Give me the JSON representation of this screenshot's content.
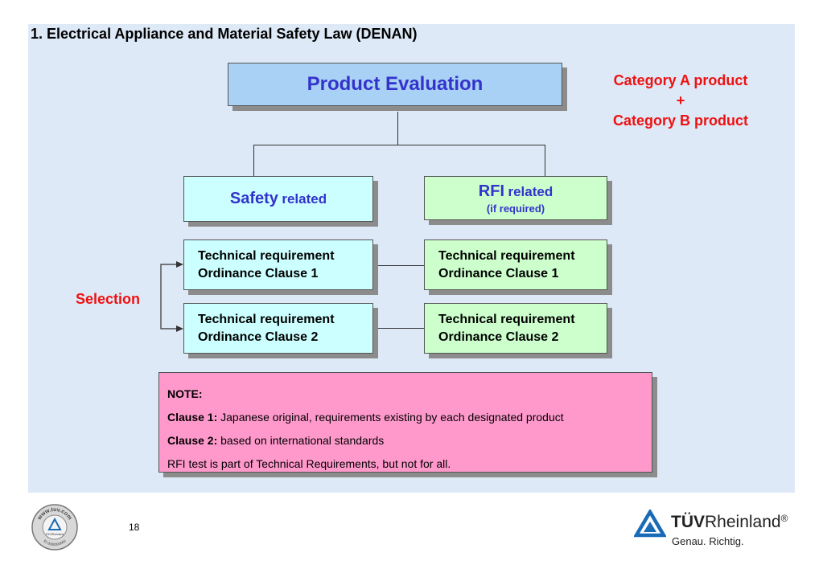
{
  "page_title": "1. Electrical Appliance and Material Safety Law (DENAN)",
  "diagram": {
    "product_evaluation": "Product Evaluation",
    "category": {
      "line1": "Category A product",
      "line2": "+",
      "line3": "Category B product"
    },
    "safety": {
      "main": "Safety",
      "suffix": "related"
    },
    "rfi": {
      "main": "RFI",
      "suffix": "related",
      "note": "(if required)"
    },
    "safety_clause1": {
      "line1": "Technical requirement",
      "line2": "Ordinance Clause 1"
    },
    "safety_clause2": {
      "line1": "Technical requirement",
      "line2": "Ordinance Clause 2"
    },
    "rfi_clause1": {
      "line1": "Technical requirement",
      "line2": "Ordinance Clause 1"
    },
    "rfi_clause2": {
      "line1": "Technical requirement",
      "line2": "Ordinance Clause 2"
    },
    "selection": "Selection"
  },
  "note": {
    "heading": "NOTE:",
    "clause1_label": "Clause 1:",
    "clause1_text": " Japanese original, requirements existing by each designated product",
    "clause2_label": "Clause 2:",
    "clause2_text": " based on international standards",
    "rfi_text": "RFI test is part of Technical Requirements, but not for all."
  },
  "footer": {
    "page_number": "18",
    "seal_text": "www.tuv.com",
    "seal_inner": "TÜVRheinland",
    "seal_id": "ID 0000000000",
    "logo_bold": "TÜV",
    "logo_rest": "Rheinland",
    "logo_reg": "®",
    "tagline": "Genau. Richtig."
  },
  "colors": {
    "panel": "#dde9f6",
    "blue_text": "#3333cc",
    "red_text": "#ee1111",
    "evaluation_box": "#a9d0f5",
    "safety_box": "#ccffff",
    "rfi_box": "#ccffcc",
    "note_box": "#ff99cc",
    "logo_blue": "#1a6bb5"
  }
}
